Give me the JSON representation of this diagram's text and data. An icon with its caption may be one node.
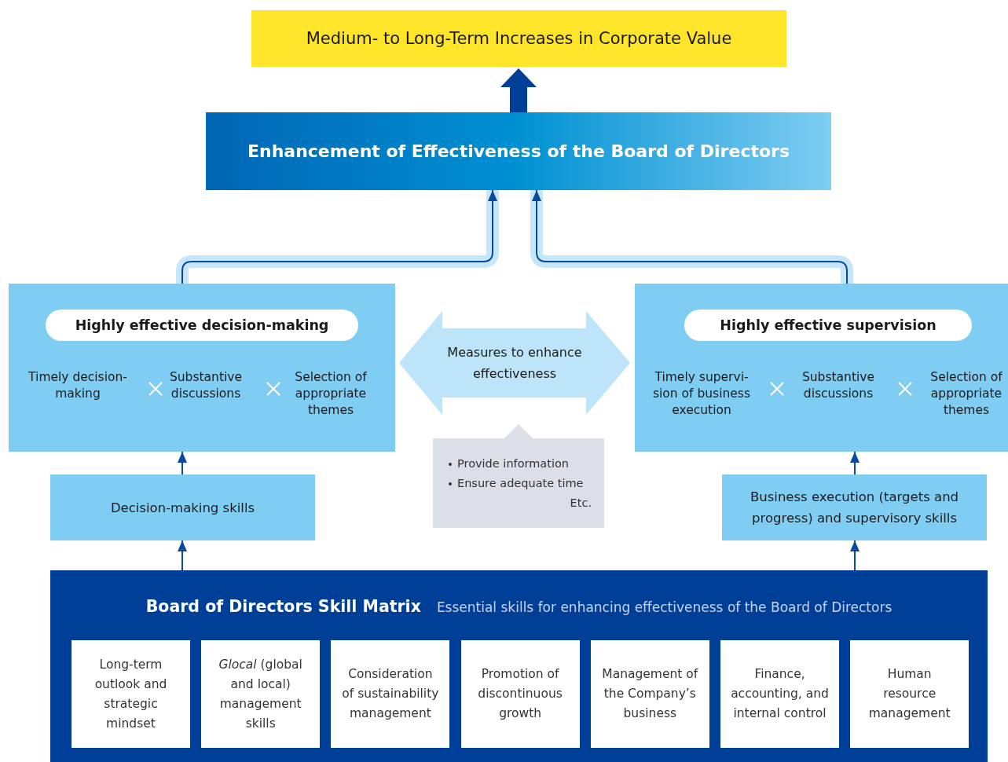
{
  "diagram": {
    "nodes": [
      {
        "text": [
          "Medium- to Long-Term Increases in Corporate Value"
        ]
      },
      {
        "text": [
          "Enhancement of Effectiveness of the Board of Directors"
        ]
      },
      {
        "text": [
          "Highly effective decision-making",
          "Timely decision-making",
          "Substantive discussions",
          "Selection of appropriate themes"
        ]
      },
      {
        "text": [
          "Measures to enhance effectiveness"
        ]
      },
      {
        "text": [
          "Provide information",
          "Ensure adequate time",
          "Etc."
        ]
      },
      {
        "text": [
          "Highly effective supervision",
          "Timely supervi- sion of business execution",
          "Substantive discussions",
          "Selection of appropriate themes"
        ]
      },
      {
        "text": [
          "Decision-making skills"
        ]
      },
      {
        "text": [
          "Business execution (targets and progress) and supervisory skills"
        ]
      },
      {
        "text": [
          "Board of Directors Skill Matrix",
          "Essential skills for enhancing effectiveness of the Board of Directors"
        ]
      },
      {
        "text": [
          "Long-term outlook and strategic mindset"
        ],
        "in": 8
      },
      {
        "text": [
          "*Glocal* (global and local) management skills"
        ],
        "in": 8
      },
      {
        "text": [
          "Consideration of sustainability management"
        ],
        "in": 8
      },
      {
        "text": [
          "Promotion of discontinuous growth"
        ],
        "in": 8
      },
      {
        "text": [
          "Management of the Company’s business"
        ],
        "in": 8
      },
      {
        "text": [
          "Finance, accounting, and internal control"
        ],
        "in": 8
      },
      {
        "text": [
          "Human resource management"
        ],
        "in": 8
      }
    ],
    "edges": [
      {
        "from": 1,
        "to": 0,
        "arrow": "to",
        "style": "thick"
      },
      {
        "from": 2,
        "to": 1,
        "arrow": "to"
      },
      {
        "from": 5,
        "to": 1,
        "arrow": "to"
      },
      {
        "from": 6,
        "to": 2,
        "arrow": "to"
      },
      {
        "from": 7,
        "to": 5,
        "arrow": "to"
      },
      {
        "from": 8,
        "to": 6,
        "arrow": "to"
      },
      {
        "from": 8,
        "to": 7,
        "arrow": "to"
      }
    ]
  }
}
